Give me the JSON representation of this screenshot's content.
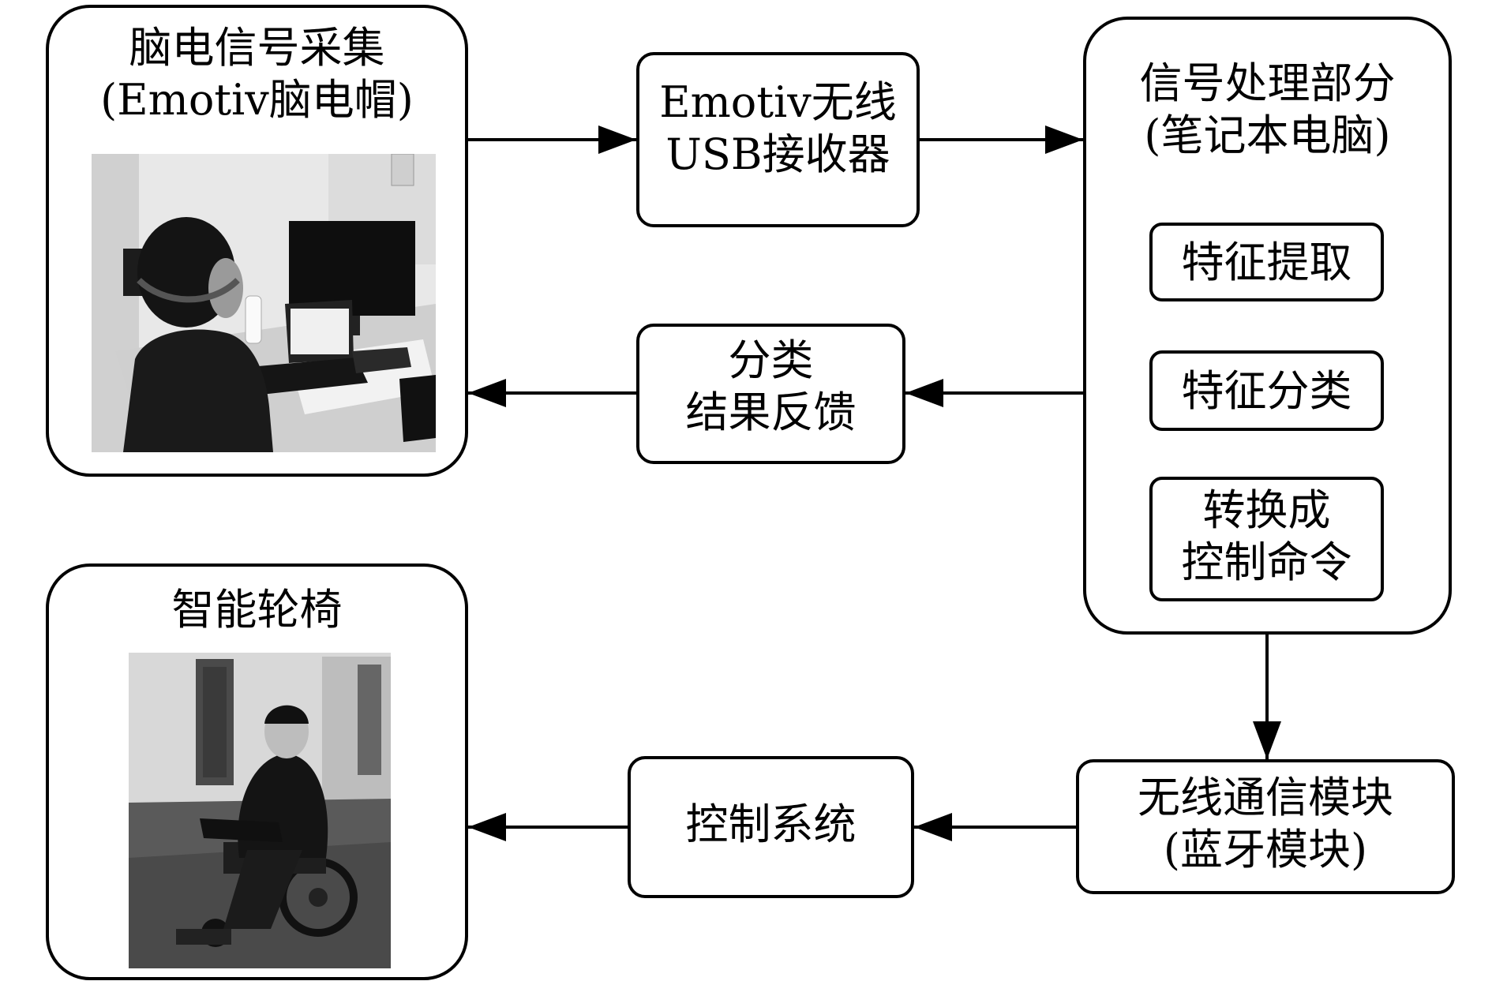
{
  "eeg_acquisition": {
    "title_line1": "脑电信号采集",
    "title_line2": "(Emotiv脑电帽)"
  },
  "usb_receiver": {
    "line1": "Emotiv无线",
    "line2": "USB接收器"
  },
  "signal_processing": {
    "title_line1": "信号处理部分",
    "title_line2": "(笔记本电脑)",
    "steps": [
      {
        "line1": "特征提取",
        "line2": ""
      },
      {
        "line1": "特征分类",
        "line2": ""
      },
      {
        "line1": "转换成",
        "line2": "控制命令"
      }
    ]
  },
  "feedback": {
    "line1": "分类",
    "line2": "结果反馈"
  },
  "wheelchair": {
    "title": "智能轮椅"
  },
  "control_system": {
    "label": "控制系统"
  },
  "wireless_module": {
    "line1": "无线通信模块",
    "line2": "(蓝牙模块)"
  }
}
